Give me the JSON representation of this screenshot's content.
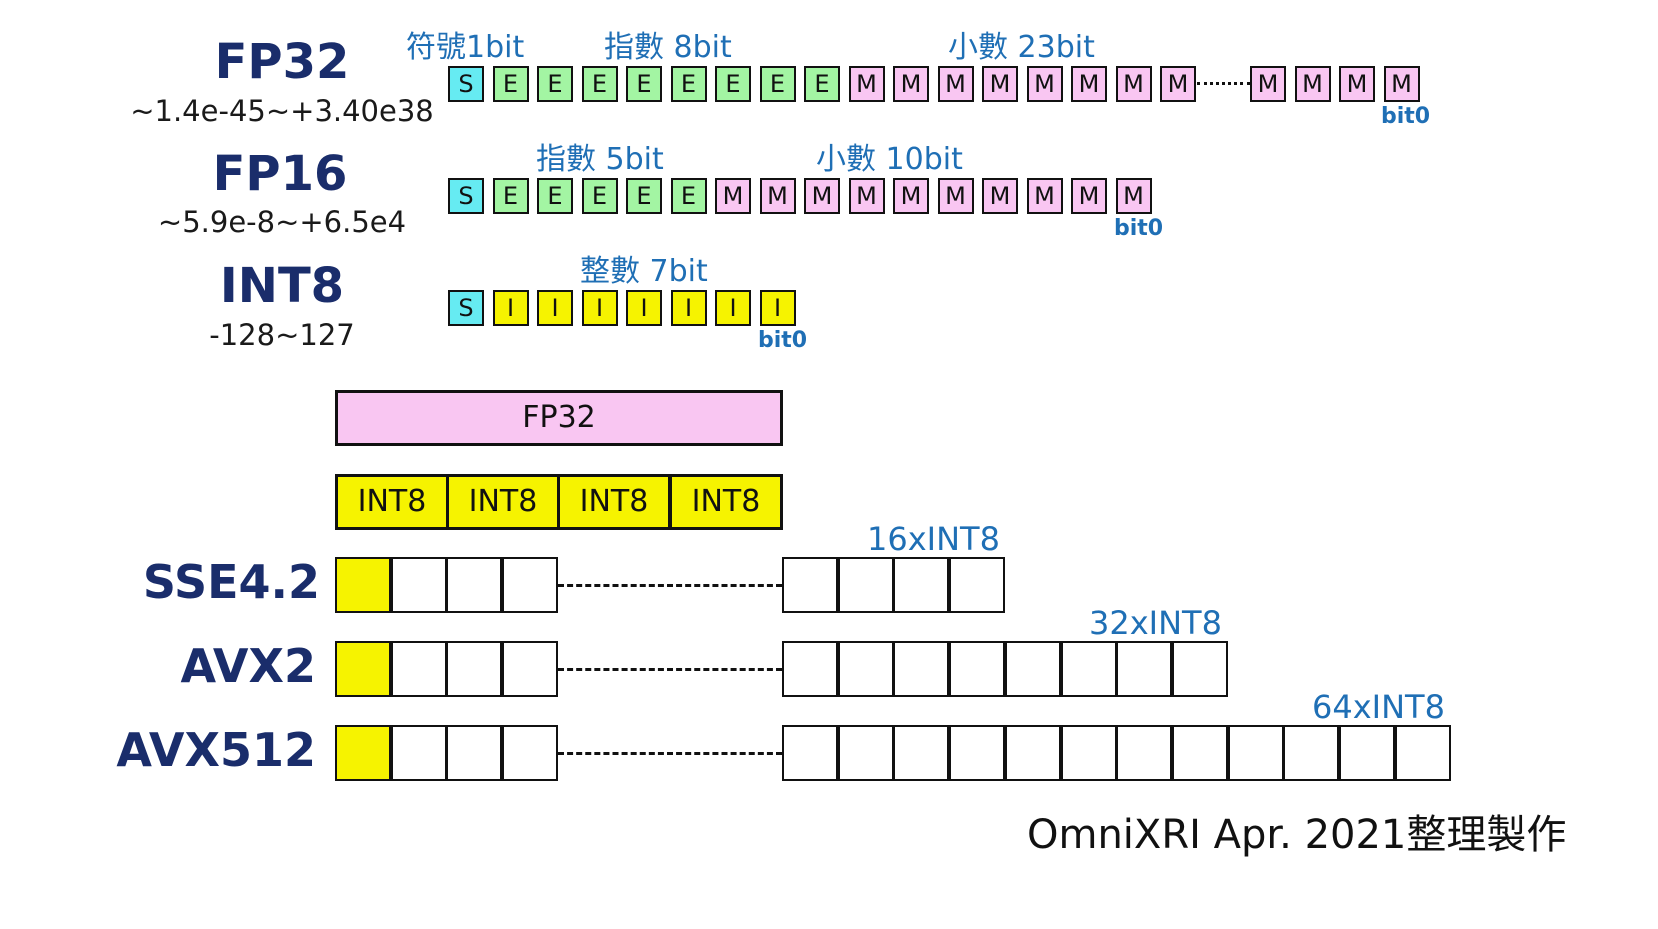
{
  "fp32": {
    "title": "FP32",
    "range": "~1.4e-45~+3.40e38",
    "sign_label": "符號1bit",
    "exp_label": "指數 8bit",
    "mant_label": "小數 23bit",
    "bit0": "bit0",
    "bits_head": [
      "S",
      "E",
      "E",
      "E",
      "E",
      "E",
      "E",
      "E",
      "E",
      "M",
      "M",
      "M",
      "M",
      "M",
      "M",
      "M",
      "M"
    ],
    "bits_tail": [
      "M",
      "M",
      "M",
      "M"
    ]
  },
  "fp16": {
    "title": "FP16",
    "range": "~5.9e-8~+6.5e4",
    "exp_label": "指數 5bit",
    "mant_label": "小數 10bit",
    "bit0": "bit0",
    "bits": [
      "S",
      "E",
      "E",
      "E",
      "E",
      "E",
      "M",
      "M",
      "M",
      "M",
      "M",
      "M",
      "M",
      "M",
      "M",
      "M"
    ]
  },
  "int8": {
    "title": "INT8",
    "range": "-128~127",
    "int_label": "整數 7bit",
    "bit0": "bit0",
    "bits": [
      "S",
      "I",
      "I",
      "I",
      "I",
      "I",
      "I",
      "I"
    ]
  },
  "packing": {
    "fp32_label": "FP32",
    "int8_labels": [
      "INT8",
      "INT8",
      "INT8",
      "INT8"
    ]
  },
  "simd": [
    {
      "name": "SSE4.2",
      "count_label": "16xINT8",
      "tail_cells": 4
    },
    {
      "name": "AVX2",
      "count_label": "32xINT8",
      "tail_cells": 8
    },
    {
      "name": "AVX512",
      "count_label": "64xINT8",
      "tail_cells": 12
    }
  ],
  "footer": "OmniXRI Apr. 2021整理製作"
}
